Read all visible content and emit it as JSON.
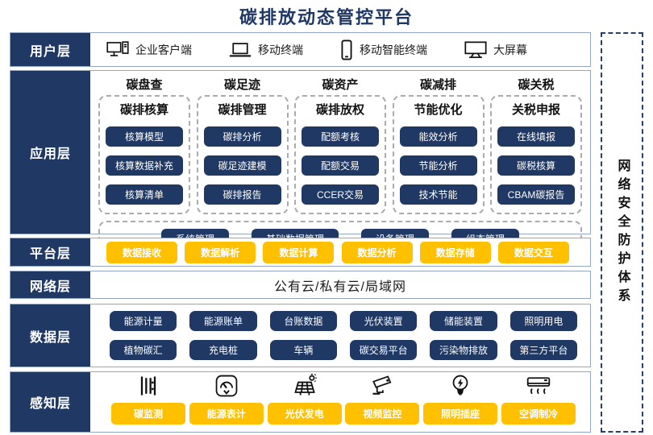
{
  "title": "碳排放动态管控平台",
  "security_strip": {
    "label": "网络安全防护体系"
  },
  "colors": {
    "navy": "#1F3864",
    "yellow": "#FFC000",
    "band_border": "#93A6C4",
    "dashed_gray": "#ABABAB"
  },
  "layers": {
    "user": {
      "label": "用户层",
      "items": [
        {
          "icon": "desktop-pc-icon",
          "label": "企业客户端"
        },
        {
          "icon": "laptop-icon",
          "label": "移动终端"
        },
        {
          "icon": "smartphone-icon",
          "label": "移动智能终端"
        },
        {
          "icon": "large-screen-icon",
          "label": "大屏幕"
        }
      ]
    },
    "application": {
      "label": "应用层",
      "columns": [
        {
          "header": "碳盘查",
          "subheader": "碳排核算",
          "buttons": [
            "核算模型",
            "核算数据补充",
            "核算清单"
          ]
        },
        {
          "header": "碳足迹",
          "subheader": "碳排管理",
          "buttons": [
            "碳排分析",
            "碳足迹建模",
            "碳排报告"
          ]
        },
        {
          "header": "碳资产",
          "subheader": "碳排放权",
          "buttons": [
            "配额考核",
            "配额交易",
            "CCER交易"
          ]
        },
        {
          "header": "碳减排",
          "subheader": "节能优化",
          "buttons": [
            "能效分析",
            "节能分析",
            "技术节能"
          ]
        },
        {
          "header": "碳关税",
          "subheader": "关税申报",
          "buttons": [
            "在线填报",
            "碳税核算",
            "CBAM碳报告"
          ]
        }
      ],
      "management_buttons": [
        "系统管理",
        "基础数据管理",
        "设备管理",
        "组态管理"
      ]
    },
    "platform": {
      "label": "平台层",
      "buttons": [
        "数据接收",
        "数据解析",
        "数据计算",
        "数据分析",
        "数据存储",
        "数据交互"
      ]
    },
    "network": {
      "label": "网络层",
      "text": "公有云/私有云/局域网"
    },
    "data": {
      "label": "数据层",
      "rows": [
        [
          "能源计量",
          "能源账单",
          "台账数据",
          "光伏装置",
          "储能装置",
          "照明用电"
        ],
        [
          "植物碳汇",
          "充电桩",
          "车辆",
          "碳交易平台",
          "污染物排放",
          "第三方平台"
        ]
      ]
    },
    "perception": {
      "label": "感知层",
      "items": [
        {
          "icon": "carbon-monitor-icon",
          "label": "碳监测"
        },
        {
          "icon": "energy-meter-icon",
          "label": "能源表计"
        },
        {
          "icon": "solar-power-icon",
          "label": "光伏发电"
        },
        {
          "icon": "cctv-camera-icon",
          "label": "视频监控"
        },
        {
          "icon": "light-bulb-icon",
          "label": "照明插座"
        },
        {
          "icon": "air-conditioner-icon",
          "label": "空调制冷"
        }
      ]
    }
  }
}
